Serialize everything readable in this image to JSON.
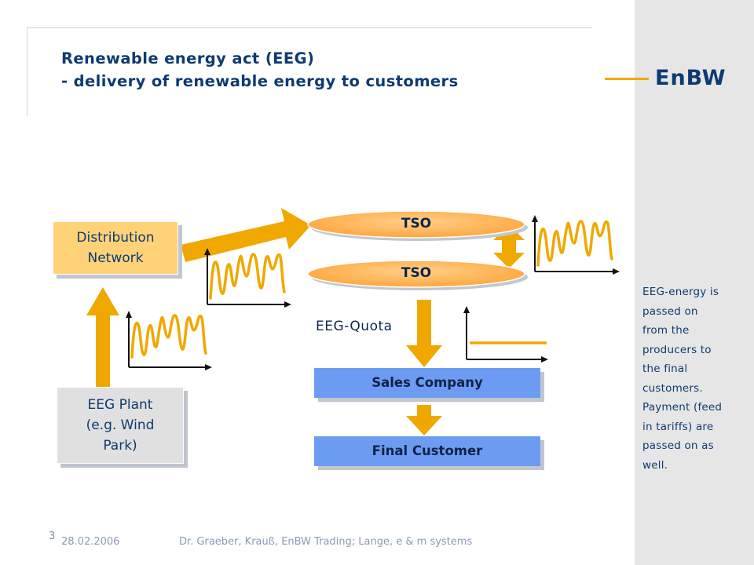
{
  "title": {
    "line1": "Renewable energy act (EEG)",
    "line2": "- delivery of renewable energy to customers"
  },
  "logo": {
    "text": "EnBW"
  },
  "nodes": {
    "distribution_network": [
      "Distribution",
      "Network"
    ],
    "eeg_plant": [
      "EEG Plant",
      "(e.g. Wind",
      "Park)"
    ],
    "tso_top": "TSO",
    "tso_bottom": "TSO",
    "sales_company": "Sales Company",
    "final_customer": "Final Customer"
  },
  "labels": {
    "eeg_quota": "EEG-Quota"
  },
  "side_note": {
    "lines": [
      "EEG-energy is",
      "passed on",
      "from the",
      "producers to",
      "the final",
      "customers.",
      "Payment (feed",
      "in tariffs) are",
      "passed on as",
      "well."
    ]
  },
  "footer": {
    "page_number": "3",
    "date": "28.02.2006",
    "authors": "Dr. Graeber, Krauß, EnBW Trading; Lange, e & m systems"
  },
  "colors": {
    "arrow": "#f0a800",
    "title": "#0d3a73",
    "tso_fill": "#ffb35a",
    "blue_box": "#6c9cf2",
    "orange_box": "#ffd278",
    "gray_box": "#e0e0e0",
    "sidebar": "#e6e6e6"
  }
}
